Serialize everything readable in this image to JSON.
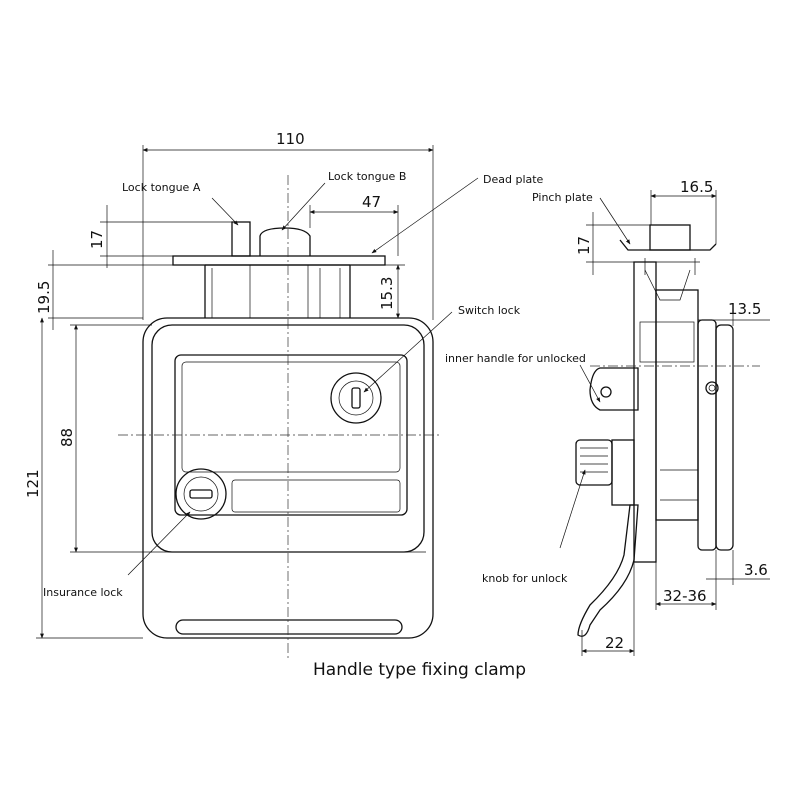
{
  "title": "Handle type fixing clamp",
  "labels": {
    "lock_tongue_a": "Lock tongue A",
    "lock_tongue_b": "Lock tongue B",
    "dead_plate": "Dead plate",
    "pinch_plate": "Pinch plate",
    "switch_lock": "Switch lock",
    "inner_handle": "inner handle for unlocked",
    "knob_unlock": "knob for unlock",
    "insurance_lock": "Insurance lock"
  },
  "dimensions": {
    "width_110": "110",
    "d47": "47",
    "d17_front": "17",
    "d19_5": "19.5",
    "d15_3": "15.3",
    "d88": "88",
    "d121": "121",
    "d16_5": "16.5",
    "d17_side": "17",
    "d13_5": "13.5",
    "d3_6": "3.6",
    "d32_36": "32-36",
    "d22": "22"
  }
}
